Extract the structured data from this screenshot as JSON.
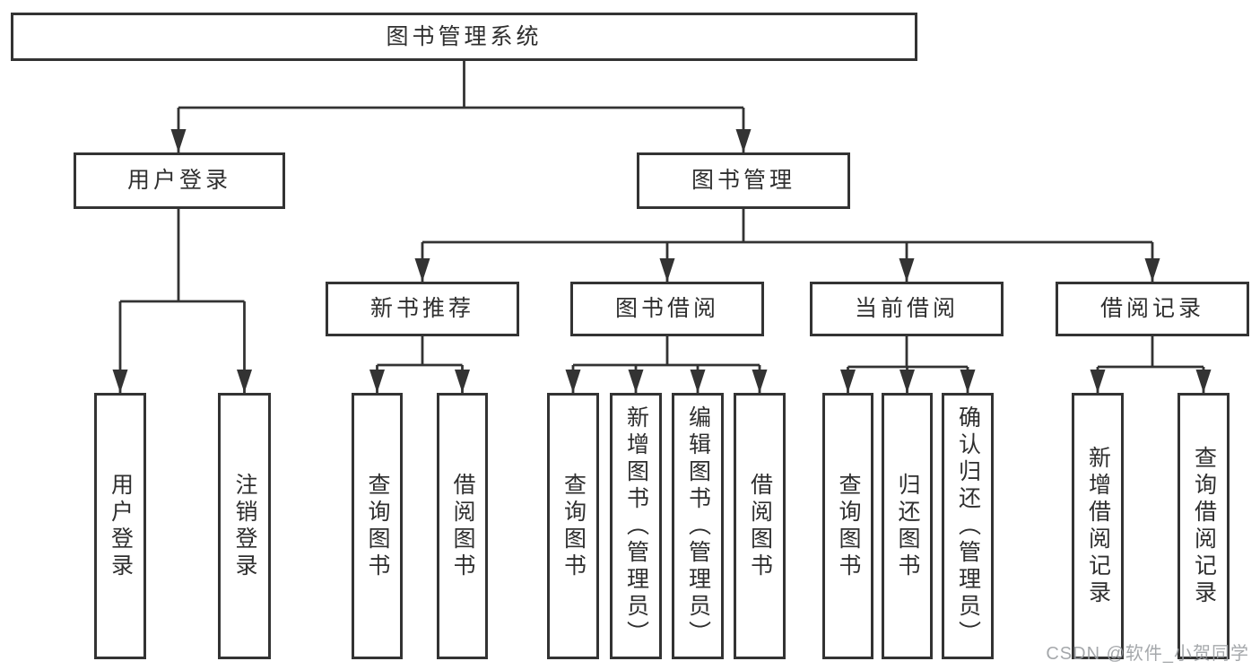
{
  "diagram": {
    "type": "hierarchy",
    "root": {
      "label": "图书管理系统"
    },
    "branches": {
      "user_login": {
        "label": "用户登录",
        "children": [
          "用户登录",
          "注销登录"
        ]
      },
      "book_management": {
        "label": "图书管理",
        "sections": [
          {
            "label": "新书推荐",
            "children": [
              "查询图书",
              "借阅图书"
            ]
          },
          {
            "label": "图书借阅",
            "children": [
              "查询图书",
              "新增图书（管理员）",
              "编辑图书（管理员）",
              "借阅图书"
            ]
          },
          {
            "label": "当前借阅",
            "children": [
              "查询图书",
              "归还图书",
              "确认归还（管理员）"
            ]
          },
          {
            "label": "借阅记录",
            "children": [
              "新增借阅记录",
              "查询借阅记录"
            ]
          }
        ]
      }
    },
    "colors": {
      "line": "#333333",
      "box_border": "#333333",
      "box_fill": "#ffffff",
      "text": "#2f2f2f",
      "watermark": "#9c9fa3",
      "background": "#ffffff"
    }
  },
  "watermark": "CSDN @软件_小贺同学"
}
